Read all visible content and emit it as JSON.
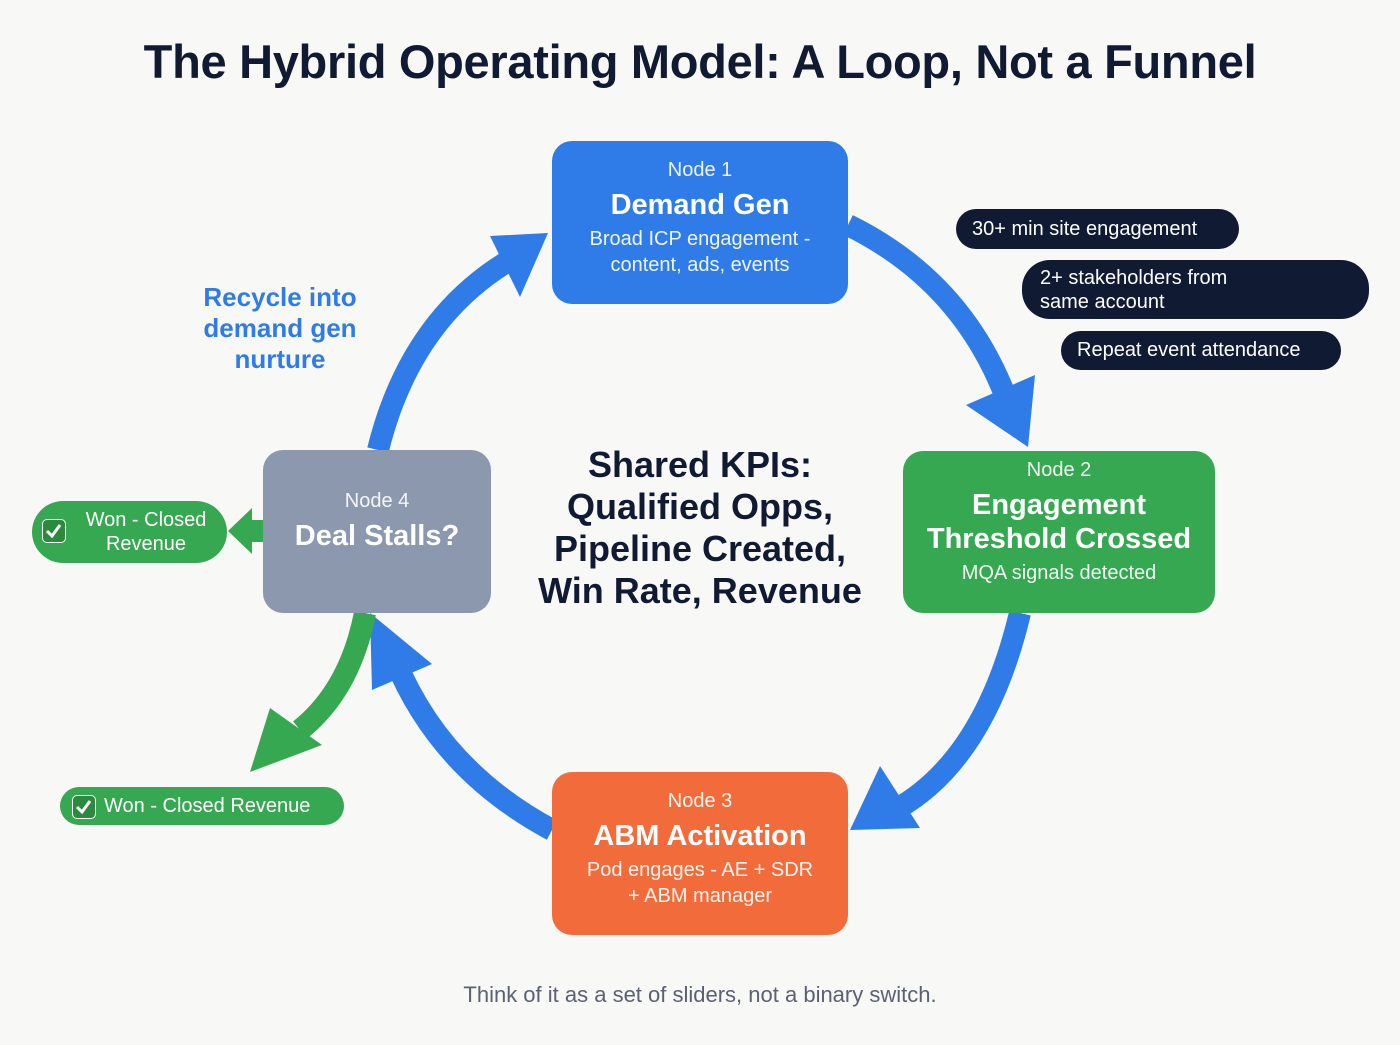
{
  "title": "The Hybrid Operating Model: A Loop, Not a Funnel",
  "nodes": [
    {
      "num": "Node 1",
      "name": "Demand Gen",
      "desc": [
        "Broad ICP engagement -",
        "content, ads, events"
      ],
      "color": "#2f7ce8"
    },
    {
      "num": "Node 2",
      "name": [
        "Engagement",
        "Threshold Crossed"
      ],
      "desc": "MQA signals detected",
      "color": "#37a852"
    },
    {
      "num": "Node 3",
      "name": "ABM Activation",
      "desc": [
        "Pod engages - AE + SDR",
        "+ ABM manager"
      ],
      "color": "#f26b3a"
    },
    {
      "num": "Node 4",
      "name": "Deal Stalls?",
      "color": "#8c98ad"
    }
  ],
  "center": [
    "Shared KPIs:",
    "Qualified Opps,",
    "Pipeline Created,",
    "Win Rate, Revenue"
  ],
  "signals": [
    "30+ min site engagement",
    "2+ stakeholders from",
    "same account",
    "Repeat event attendance"
  ],
  "recycle": [
    "Recycle into",
    "demand gen",
    "nurture"
  ],
  "won_side": [
    "Won - Closed",
    "Revenue"
  ],
  "won_bottom": "Won - Closed Revenue",
  "footer": "Think of it as a set of sliders, not a binary switch.",
  "colors": {
    "blue": "#2f7ce8",
    "green": "#37a852",
    "orange": "#f26b3a",
    "gray": "#8c98ad",
    "navy": "#111a33"
  }
}
